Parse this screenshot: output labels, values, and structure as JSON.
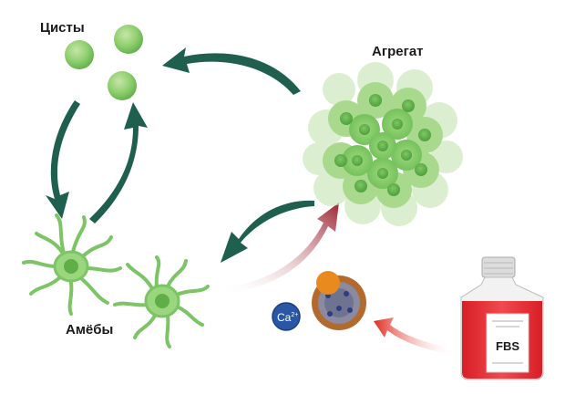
{
  "labels": {
    "cysts": "Цисты",
    "aggregate": "Агрегат",
    "amoebae": "Амёбы"
  },
  "calcium": {
    "base": "Ca",
    "charge": "2+"
  },
  "bottle": {
    "name": "FBS"
  },
  "colors": {
    "cycle_arrow": "#1f5f4e",
    "trigger_arrow": "#9b2430",
    "fbs_arrow": "#e02a1e",
    "cell_green": "#7cc465",
    "calcium_blue": "#2a57a5",
    "fbs_liquid": "#e8242c"
  }
}
